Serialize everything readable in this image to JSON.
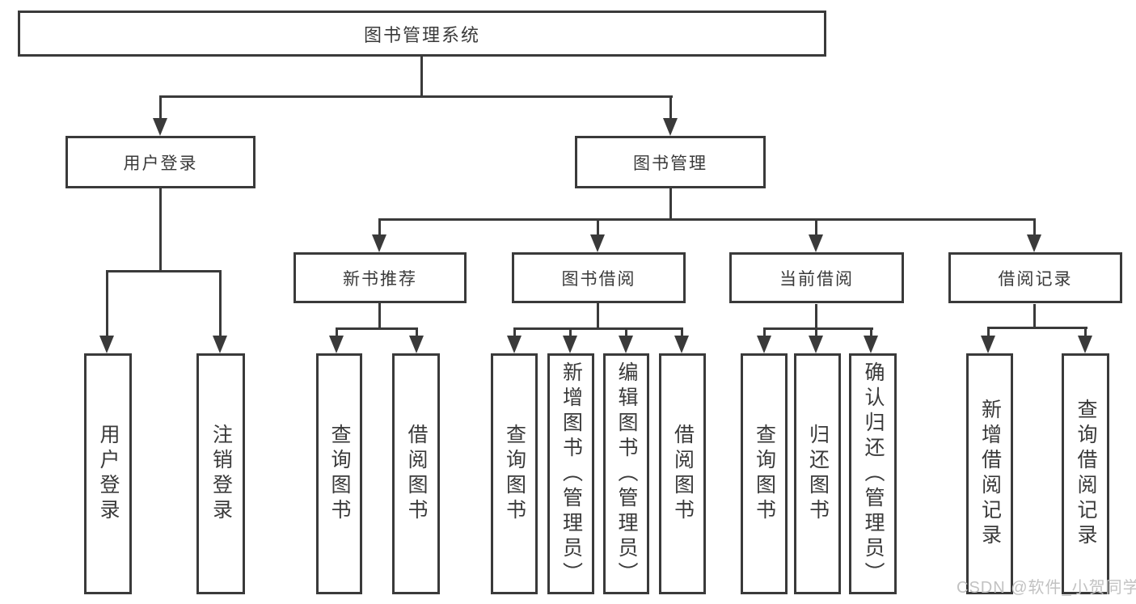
{
  "diagram_title": "图书管理系统",
  "nodes": {
    "root": "图书管理系统",
    "user_login": "用户登录",
    "book_mgmt": "图书管理",
    "new_book": "新书推荐",
    "book_borrow": "图书借阅",
    "current_borrow": "当前借阅",
    "borrow_record": "借阅记录",
    "leaf_user_login": "用户登录",
    "leaf_logout": "注销登录",
    "leaf_nb_query": "查询图书",
    "leaf_nb_borrow": "借阅图书",
    "leaf_bb_query": "查询图书",
    "leaf_bb_add": "新增图书（管理员）",
    "leaf_bb_edit": "编辑图书（管理员）",
    "leaf_bb_borrow": "借阅图书",
    "leaf_cb_query": "查询图书",
    "leaf_cb_return": "归还图书",
    "leaf_cb_confirm": "确认归还（管理员）",
    "leaf_br_add": "新增借阅记录",
    "leaf_br_query": "查询借阅记录"
  },
  "watermark": "CSDN @软件_小贺同学",
  "colors": {
    "line": "#3a3a3a",
    "text": "#3a3a3a",
    "watermark": "#c2c2c2",
    "background": "#ffffff"
  }
}
